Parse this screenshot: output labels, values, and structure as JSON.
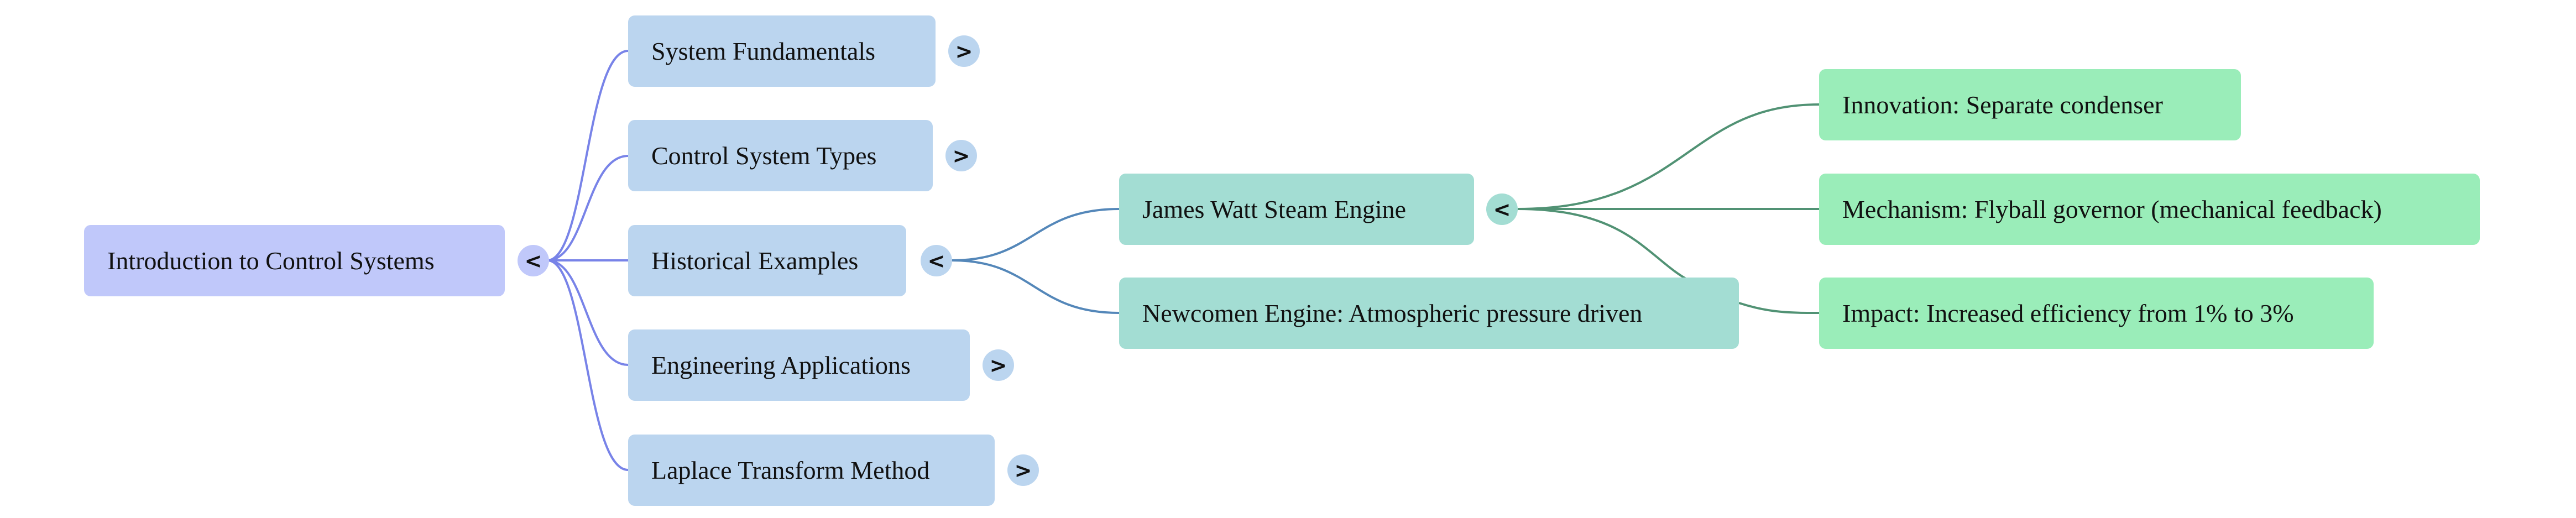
{
  "colors": {
    "root_fill": "#c0c8fa",
    "level1_fill": "#bbd5ef",
    "level2_fill": "#a3ddd3",
    "level3_fill": "#9aedb9",
    "toggle_root": "#c0c8fa",
    "toggle_l1": "#bbd5ef",
    "toggle_l2": "#a3ddd3",
    "edge_root": "#7883e8",
    "edge_l1": "#5487b9",
    "edge_l2": "#519274"
  },
  "root": {
    "label": "Introduction to Control Systems",
    "toggle": "<"
  },
  "topics": [
    {
      "label": "System Fundamentals",
      "toggle": ">"
    },
    {
      "label": "Control System Types",
      "toggle": ">"
    },
    {
      "label": "Historical Examples",
      "toggle": "<"
    },
    {
      "label": "Engineering Applications",
      "toggle": ">"
    },
    {
      "label": "Laplace Transform Method",
      "toggle": ">"
    }
  ],
  "examples": [
    {
      "label": "James Watt Steam Engine",
      "toggle": "<"
    },
    {
      "label": "Newcomen Engine: Atmospheric pressure driven"
    }
  ],
  "details": [
    {
      "label": "Innovation: Separate condenser"
    },
    {
      "label": "Mechanism: Flyball governor (mechanical feedback)"
    },
    {
      "label": "Impact: Increased efficiency from 1% to 3%"
    }
  ]
}
